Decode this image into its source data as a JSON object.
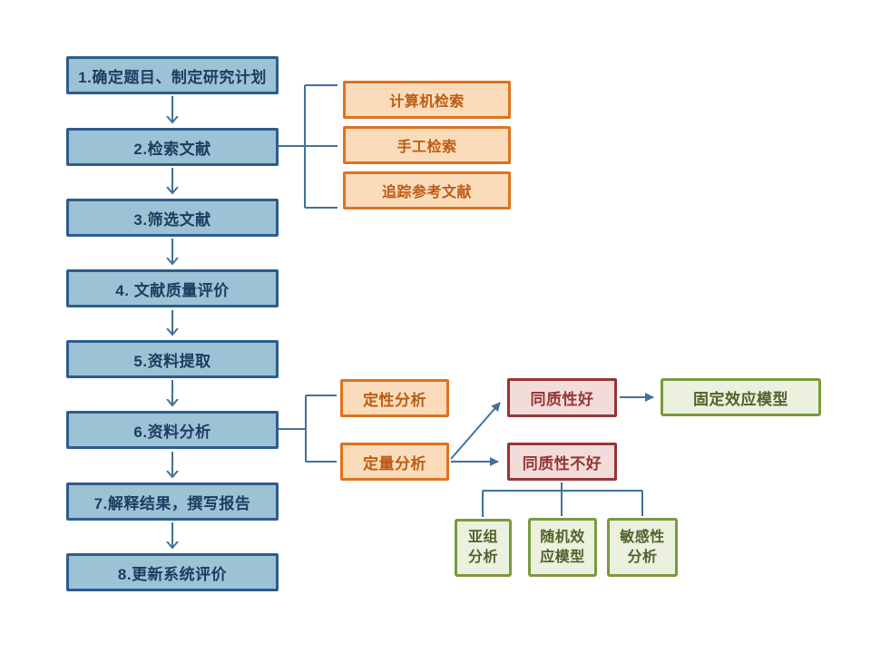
{
  "diagram": {
    "main_steps": [
      "1.确定题目、制定研究计划",
      "2.检索文献",
      "3.筛选文献",
      "4. 文献质量评价",
      "5.资料提取",
      "6.资料分析",
      "7.解释结果，撰写报告",
      "8.更新系统评价"
    ],
    "search_methods": [
      "计算机检索",
      "手工检索",
      "追踪参考文献"
    ],
    "analysis_types": [
      "定性分析",
      "定量分析"
    ],
    "homogeneity_good": "同质性好",
    "homogeneity_bad": "同质性不好",
    "fixed_effect_model": "固定效应模型",
    "heterogeneity_actions": [
      "亚组\n分析",
      "随机效\n应模型",
      "敏感性\n分析"
    ],
    "colors": {
      "blue_fill": "#9CC3D5",
      "blue_border": "#2E5C8C",
      "blue_text": "#1F3C61",
      "orange_fill": "#FBDCBA",
      "orange_border": "#DE7220",
      "orange_text": "#BC5B15",
      "red_fill": "#F2DCDB",
      "red_border": "#943634",
      "green_fill": "#EBF1DE",
      "green_border": "#7A9A3E",
      "green_text": "#50622B",
      "connector": "#41719C"
    }
  }
}
